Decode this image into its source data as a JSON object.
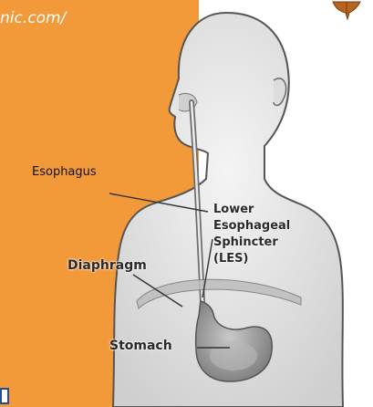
{
  "header": {
    "url_text": "nic.com/"
  },
  "diagram": {
    "labels": {
      "esophagus": "Esophagus",
      "les_line1": "Lower",
      "les_line2": "Esophageal",
      "les_line3": "Sphincter",
      "les_line4": "(LES)",
      "diaphragm": "Diaphragm",
      "stomach": "Stomach"
    }
  },
  "colors": {
    "panel": "#f2993a",
    "body_fill": "#e3e3e3",
    "outline": "#555555",
    "stomach": "#9a9a9a"
  }
}
